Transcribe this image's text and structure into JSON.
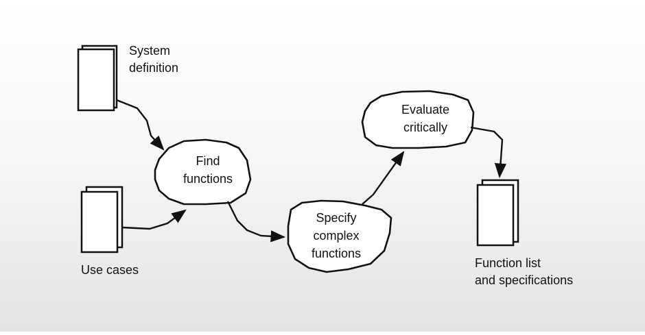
{
  "documents": {
    "system_definition": {
      "label_lines": [
        "System",
        "definition"
      ]
    },
    "use_cases": {
      "label_lines": [
        "Use cases"
      ]
    },
    "function_list": {
      "label_lines": [
        "Function list",
        "and specifications"
      ]
    }
  },
  "processes": {
    "find_functions": {
      "label_lines": [
        "Find",
        "functions"
      ]
    },
    "specify_complex_functions": {
      "label_lines": [
        "Specify",
        "complex",
        "functions"
      ]
    },
    "evaluate_critically": {
      "label_lines": [
        "Evaluate",
        "critically"
      ]
    }
  },
  "colors": {
    "stroke": "#111111",
    "fill": "#ffffff"
  }
}
